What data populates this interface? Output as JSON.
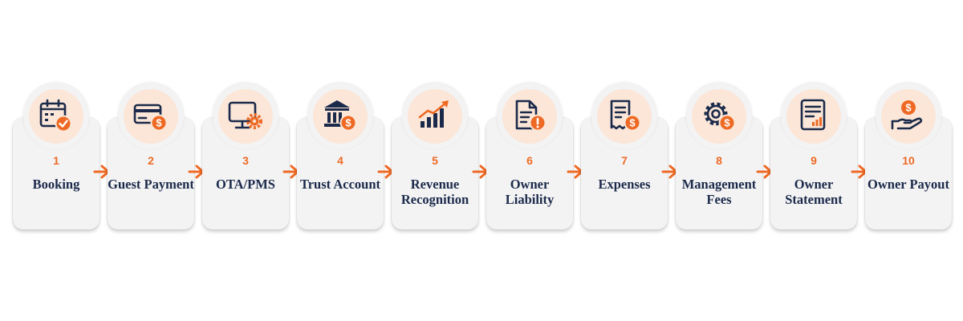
{
  "accent_color": "#ee6a24",
  "navy_color": "#1b2a4a",
  "steps": [
    {
      "number": "1",
      "label": "Booking",
      "icon": "calendar-check-icon"
    },
    {
      "number": "2",
      "label": "Guest Payment",
      "icon": "credit-card-dollar-icon"
    },
    {
      "number": "3",
      "label": "OTA/PMS",
      "icon": "monitor-gear-icon"
    },
    {
      "number": "4",
      "label": "Trust Account",
      "icon": "bank-dollar-icon"
    },
    {
      "number": "5",
      "label": "Revenue Recognition",
      "icon": "growth-chart-icon"
    },
    {
      "number": "6",
      "label": "Owner Liability",
      "icon": "document-alert-icon"
    },
    {
      "number": "7",
      "label": "Expenses",
      "icon": "receipt-dollar-icon"
    },
    {
      "number": "8",
      "label": "Management Fees",
      "icon": "gear-dollar-icon"
    },
    {
      "number": "9",
      "label": "Owner Statement",
      "icon": "statement-chart-icon"
    },
    {
      "number": "10",
      "label": "Owner Payout",
      "icon": "hand-coin-icon"
    }
  ]
}
